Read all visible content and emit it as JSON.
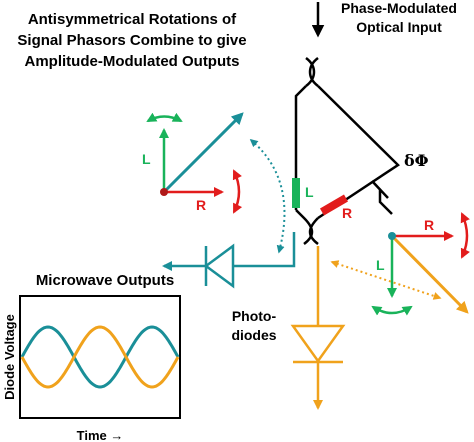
{
  "headline": {
    "line1": "Antisymmetrical Rotations of",
    "line2": "Signal Phasors Combine to give",
    "line3": "Amplitude-Modulated Outputs"
  },
  "input": {
    "line1": "Phase-Modulated",
    "line2": "Optical Input"
  },
  "phase_shift_label": "δΦ",
  "coupler_labels": {
    "left_arm": "L",
    "right_arm": "R"
  },
  "phasor_upper_left": {
    "l_label": "L",
    "r_label": "R"
  },
  "phasor_lower_right": {
    "l_label": "L",
    "r_label": "R"
  },
  "photodiodes": {
    "line1": "Photo-",
    "line2": "diodes"
  },
  "microwave": {
    "title": "Microwave Outputs",
    "ylabel": "Diode Voltage",
    "xlabel": "Time →"
  },
  "colors": {
    "teal": "#1a8f98",
    "orange": "#f0a21c",
    "green": "#19b35a",
    "red": "#e21c1c",
    "black": "#000000"
  },
  "waveforms": {
    "teal_phase_deg": 0,
    "orange_phase_deg": 180,
    "cycles": 1.5
  }
}
